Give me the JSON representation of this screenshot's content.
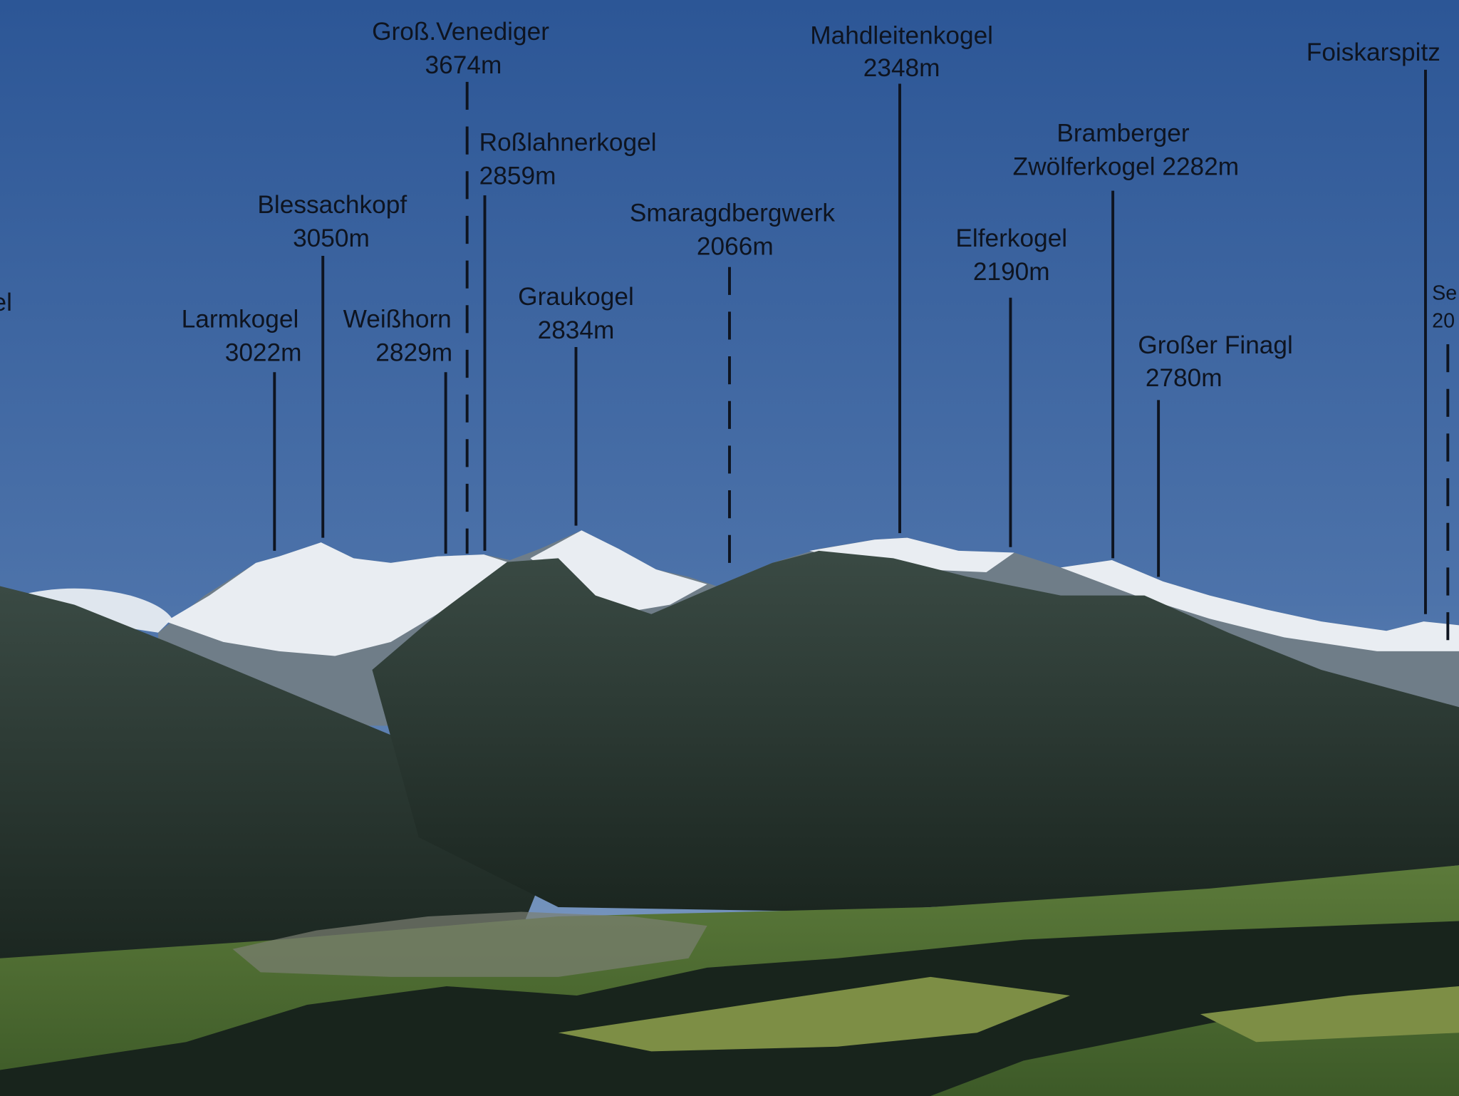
{
  "colors": {
    "sky_top": "#2f5a98",
    "sky_bottom": "#7f9cc2",
    "label": "#0e1420",
    "snow": "#eef1f5",
    "forest": "#1c2a22",
    "meadow": "#6f8a3c"
  },
  "peaks": [
    {
      "name": "el",
      "height": ""
    },
    {
      "name": "Larmkogel",
      "height": "3022m"
    },
    {
      "name": "Blessachkopf",
      "height": "3050m"
    },
    {
      "name": "Weißhorn",
      "height": "2829m"
    },
    {
      "name": "Groß.Venediger",
      "height": "3674m"
    },
    {
      "name": "Roßlahnerkogel",
      "height": "2859m"
    },
    {
      "name": "Graukogel",
      "height": "2834m"
    },
    {
      "name": "Smaragdbergwerk",
      "height": "2066m"
    },
    {
      "name": "Mahdleitenkogel",
      "height": "2348m"
    },
    {
      "name": "Elferkogel",
      "height": "2190m"
    },
    {
      "name": "Bramberger",
      "height": "Zwölferkogel 2282m"
    },
    {
      "name": "Großer Finagl",
      "height": "2780m"
    },
    {
      "name": "Foiskarspitz",
      "height": ""
    },
    {
      "name": "Se",
      "height": "20"
    }
  ]
}
